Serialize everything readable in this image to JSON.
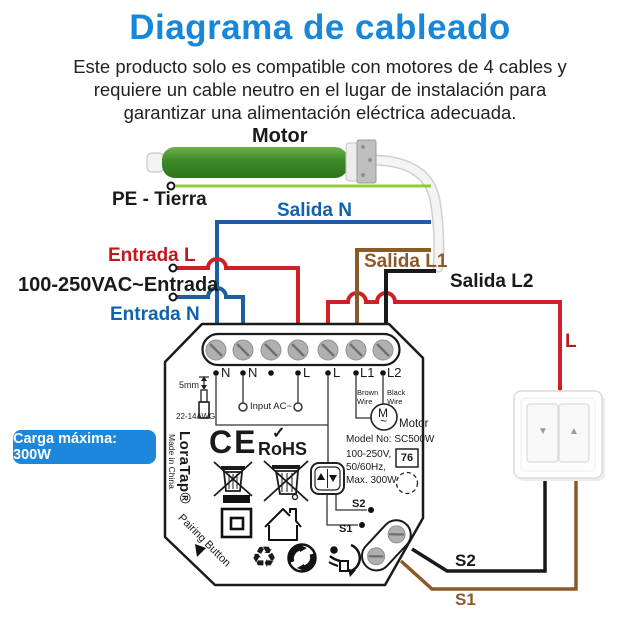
{
  "colors": {
    "accent": "#1687d9",
    "badge": "#1d87db",
    "wire_blue": "#1b5f9e",
    "blue_label": "#0e62ae",
    "wire_red": "#d02027",
    "red_label": "#c4161f",
    "wire_brown": "#8a5a28",
    "wire_black": "#191919",
    "wire_green": "#96c83c"
  },
  "header": {
    "title": "Diagrama de cableado",
    "subtitle_lines": [
      "Este producto solo es compatible con motores de 4 cables y",
      "requiere un cable neutro en el lugar de instalación para",
      "garantizar una alimentación eléctrica adecuada."
    ]
  },
  "wire_labels": {
    "motor": "Motor",
    "pe": "PE - Tierra",
    "salida_n": "Salida N",
    "entrada_l": "Entrada L",
    "vac": "100-250VAC~Entrada",
    "entrada_n": "Entrada N",
    "salida_l1": "Salida L1",
    "salida_l2": "Salida L2",
    "l": "L",
    "s2": "S2",
    "s1": "S1"
  },
  "badge": {
    "text": "Carga máxima: 300W"
  },
  "module": {
    "terminals": [
      "N",
      "N",
      "",
      "L",
      "L",
      "L1",
      "L2"
    ],
    "strip_gauge": "5mm",
    "awg": "22-14AWG",
    "input_ac": "Input AC~",
    "brown_wire": "Brown Wire",
    "black_wire": "Black Wire",
    "motor_m": "M",
    "motor_tilde": "~",
    "motor_label": "Motor",
    "model": "Model No: SC500W",
    "voltage": "100-250V,",
    "frequency": "50/60Hz,",
    "max_load": "Max. 300W",
    "cert_code": "76",
    "s2": "S2",
    "s1": "S1",
    "ce": "CE",
    "rohs": "RoHS",
    "rohs_check": "✓",
    "recycle_glyph": "♻",
    "brand": "LoraTap®",
    "made_in": "Made in China",
    "pairing": "Pairing Button"
  },
  "wall_switch": {
    "down_glyph": "▼",
    "up_glyph": "▲"
  }
}
